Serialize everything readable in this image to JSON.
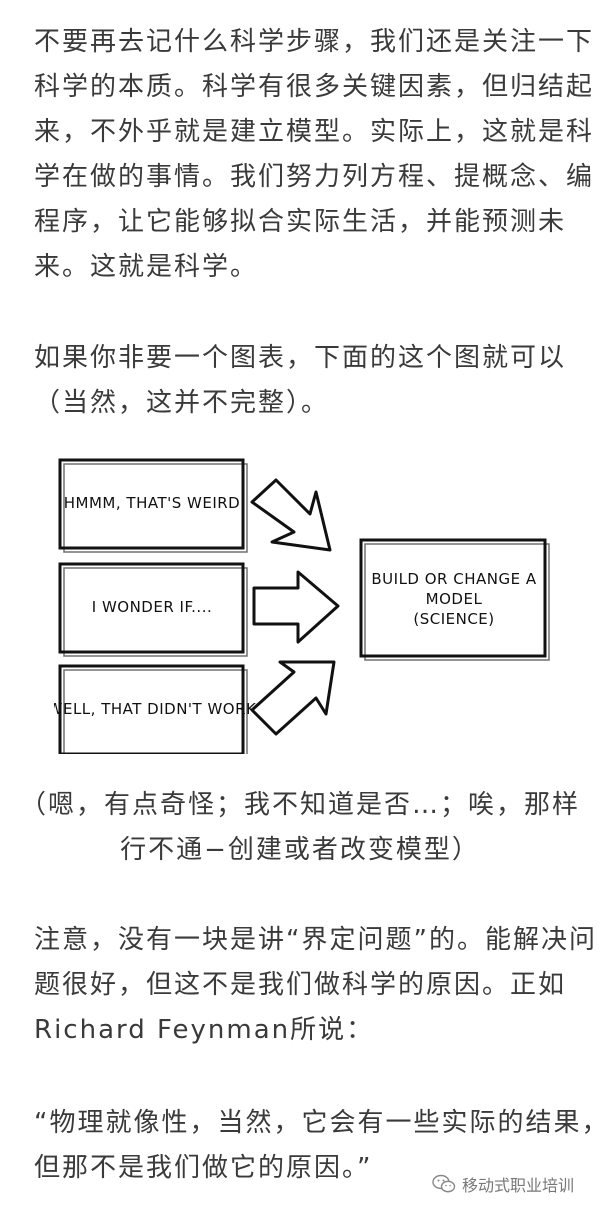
{
  "intro_paragraph": [
    "不要再去记什么科学步骤，我们还是关注一下",
    "科学的本质。科学有很多关键因素，但归结起",
    "来，不外乎就是建立模型。实际上，这就是科",
    "学在做的事情。我们努力列方程、提概念、编",
    "程序，让它能够拟合实际生活，并能预测未",
    "来。这就是科学。"
  ],
  "chart_intro_paragraph": [
    "如果你非要一个图表，下面的这个图就可以",
    "（当然，这并不完整）。"
  ],
  "diagram": {
    "box1": "HMMM, THAT'S WEIRD",
    "box2": "I WONDER IF....",
    "box3": "WELL, THAT DIDN'T WORK",
    "model_line1": "BUILD OR CHANGE A",
    "model_line2": "MODEL",
    "model_line3": "(SCIENCE)"
  },
  "caption": [
    "（嗯，有点奇怪；我不知道是否…；唉，那样",
    "行不通−创建或者改变模型）"
  ],
  "note_paragraph": [
    "注意，没有一块是讲“界定问题”的。能解决问",
    "题很好，但这不是我们做科学的原因。正如",
    "Richard Feynman所说："
  ],
  "quote_paragraph": [
    "“物理就像性，当然，它会有一些实际的结果，",
    "但那不是我们做它的原因。”"
  ],
  "watermark": {
    "text": "移动式职业培训",
    "icon": "wechat-icon"
  }
}
